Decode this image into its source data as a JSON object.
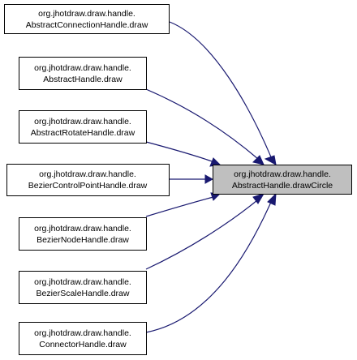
{
  "target": {
    "line1": "org.jhotdraw.draw.handle.",
    "line2": "AbstractHandle.drawCircle"
  },
  "callers": [
    {
      "line1": "org.jhotdraw.draw.handle.",
      "line2": "AbstractConnectionHandle.draw"
    },
    {
      "line1": "org.jhotdraw.draw.handle.",
      "line2": "AbstractHandle.draw"
    },
    {
      "line1": "org.jhotdraw.draw.handle.",
      "line2": "AbstractRotateHandle.draw"
    },
    {
      "line1": "org.jhotdraw.draw.handle.",
      "line2": "BezierControlPointHandle.draw"
    },
    {
      "line1": "org.jhotdraw.draw.handle.",
      "line2": "BezierNodeHandle.draw"
    },
    {
      "line1": "org.jhotdraw.draw.handle.",
      "line2": "BezierScaleHandle.draw"
    },
    {
      "line1": "org.jhotdraw.draw.handle.",
      "line2": "ConnectorHandle.draw"
    }
  ],
  "colors": {
    "edge": "#191970",
    "target_fill": "#bfbfbf",
    "node_fill": "#ffffff",
    "node_border": "#000000"
  }
}
